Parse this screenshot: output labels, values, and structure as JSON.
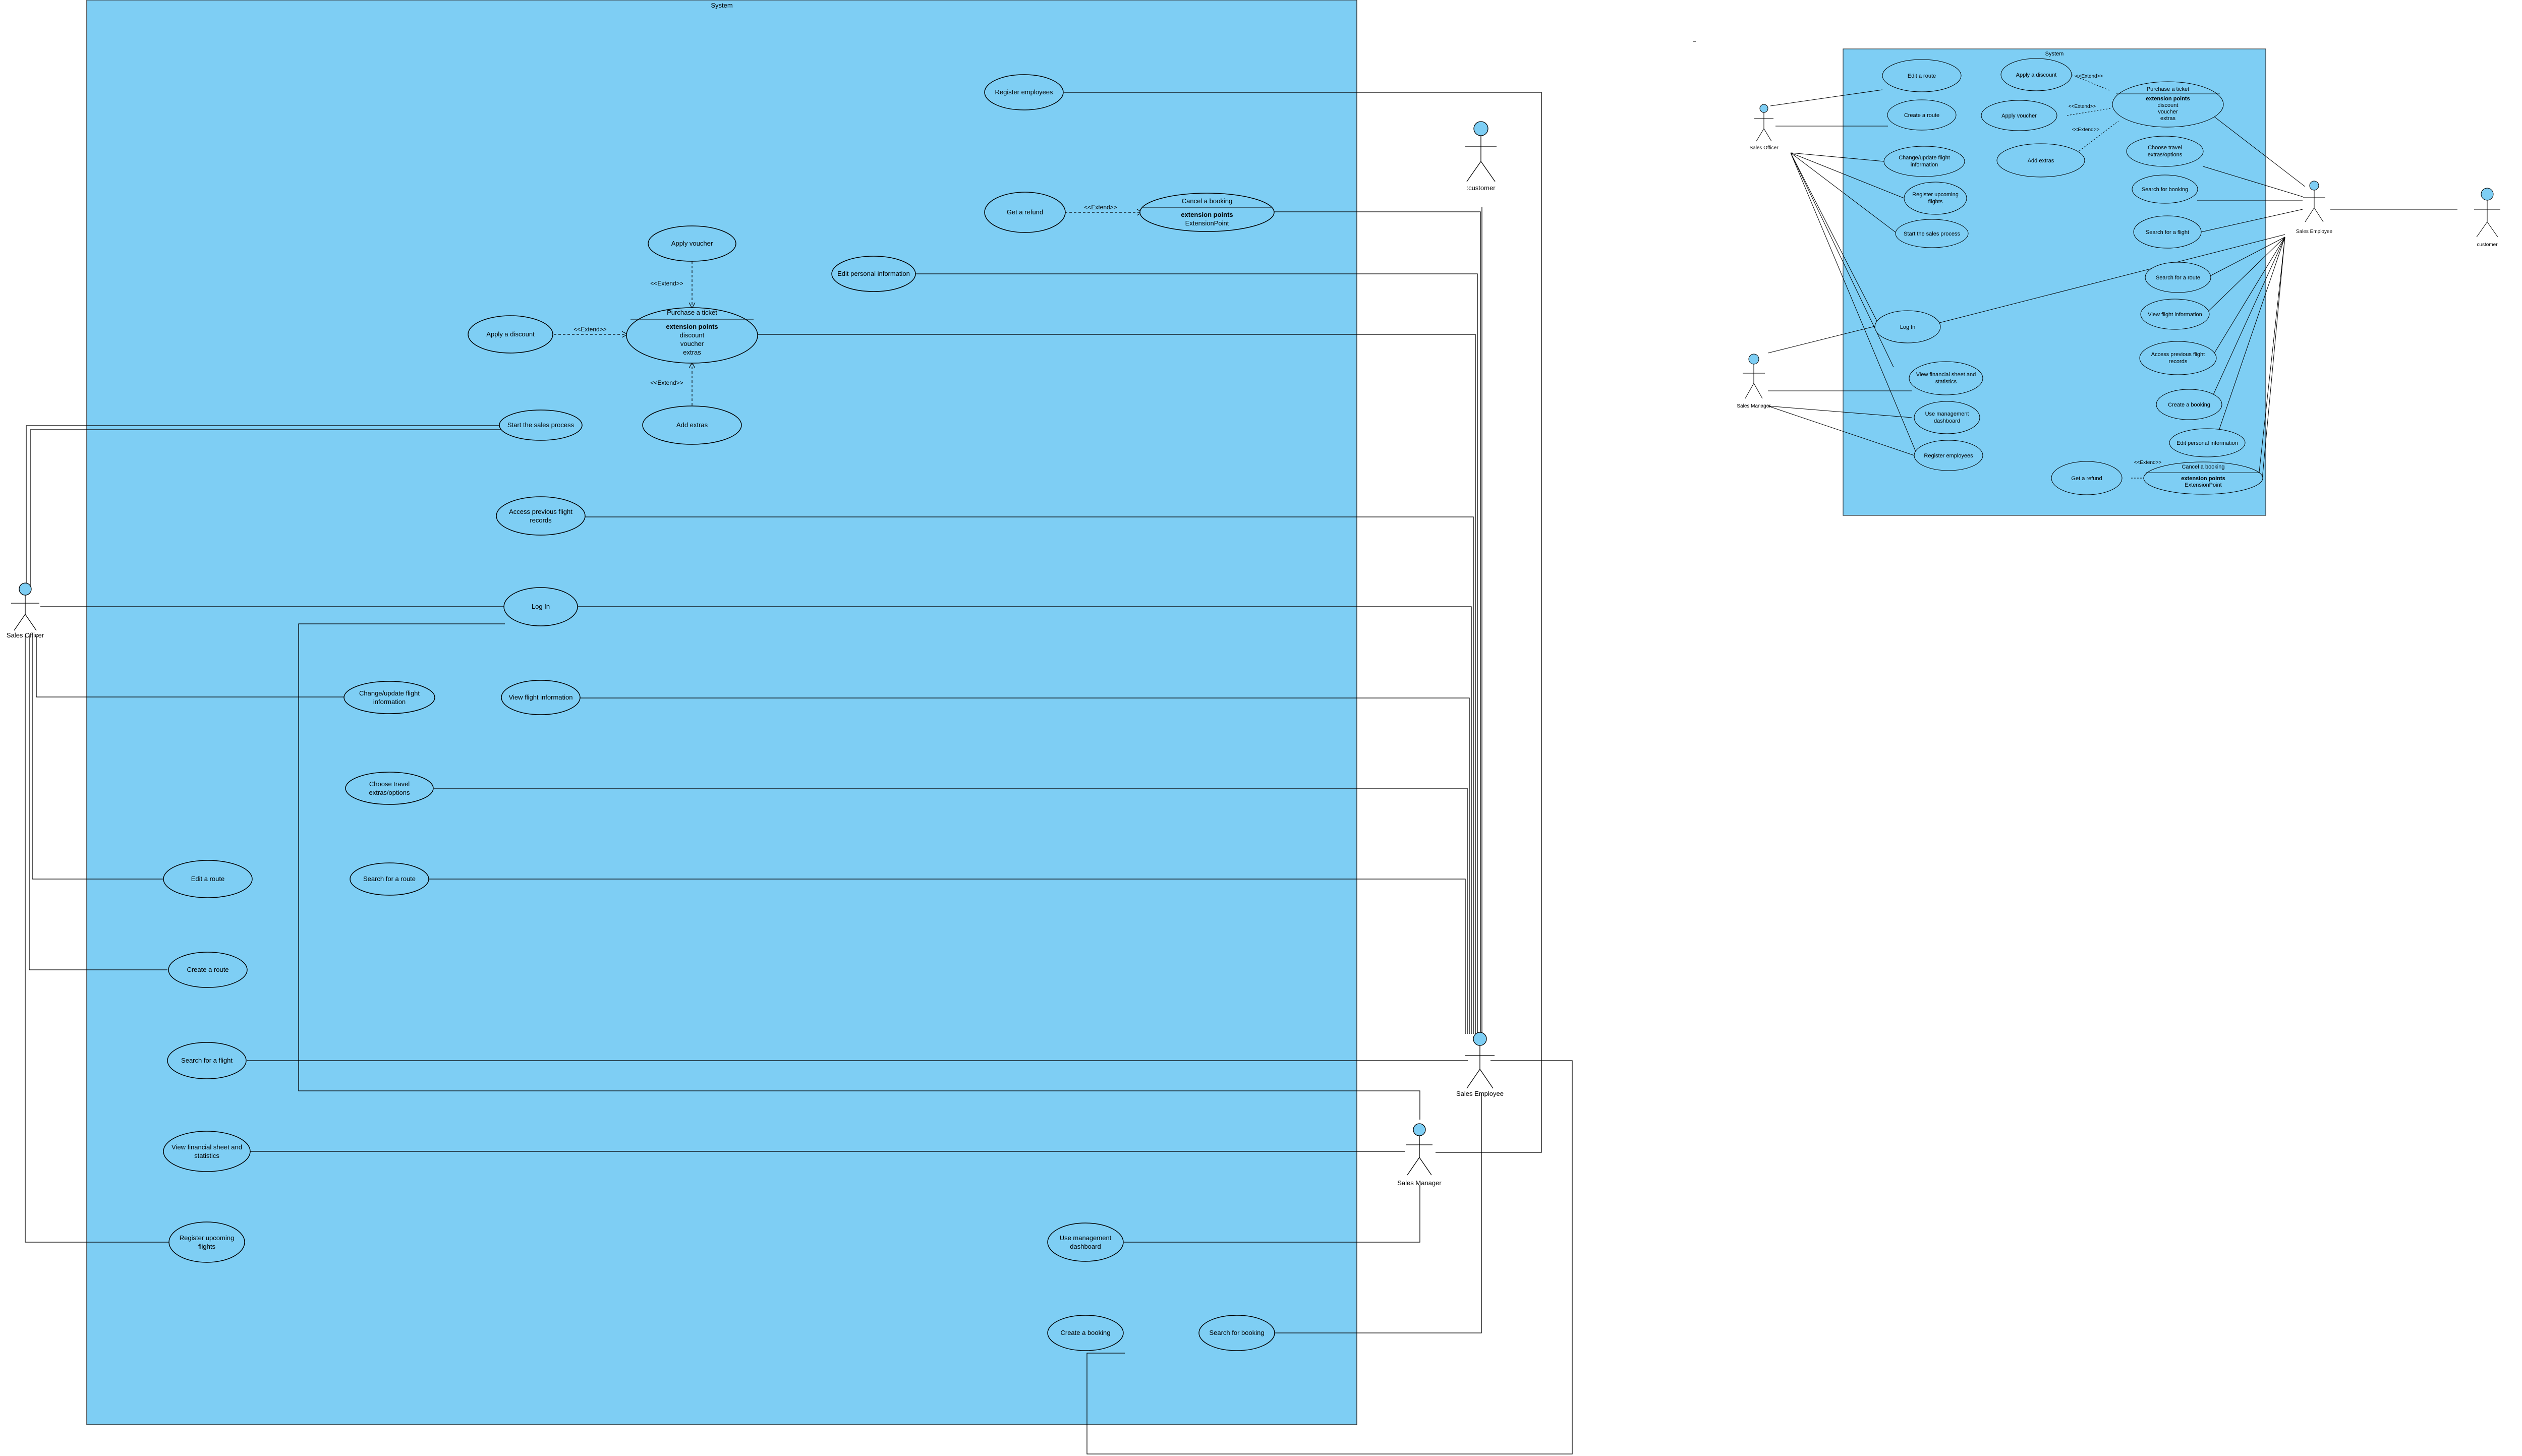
{
  "header_note": "",
  "colors": {
    "system_fill": "#7ecef4",
    "system_stroke": "#333333",
    "actor_head": "#7ecef4",
    "ellipse_stroke": "#000000",
    "line": "#000000"
  },
  "diagram1": {
    "system_title": "System",
    "actors": {
      "sales_officer": "Sales Officer",
      "customer": ":customer",
      "sales_employee": "Sales Employee",
      "sales_manager": "Sales Manager"
    },
    "use_cases": {
      "register_employees": "Register employees",
      "get_refund": "Get a refund",
      "cancel_booking": {
        "title": "Cancel a booking",
        "ext_header": "extension points",
        "ext_items": [
          "ExtensionPoint"
        ]
      },
      "apply_voucher": "Apply voucher",
      "edit_personal_info": "Edit personal information",
      "purchase_ticket": {
        "title": "Purchase a ticket",
        "ext_header": "extension points",
        "ext_items": [
          "discount",
          "voucher",
          "extras"
        ]
      },
      "apply_discount": "Apply a discount",
      "add_extras": "Add extras",
      "start_sales_process": "Start the sales process",
      "access_prev_records": [
        "Access previous flight",
        "records"
      ],
      "log_in": "Log In",
      "change_flight_info": [
        "Change/update flight",
        "information"
      ],
      "view_flight_info": "View flight information",
      "choose_extras": [
        "Choose travel",
        "extras/options"
      ],
      "edit_route": "Edit a route",
      "search_route": "Search for a route",
      "create_route": "Create a route",
      "search_flight": "Search for a flight",
      "view_financial": [
        "View financial sheet and",
        "statistics"
      ],
      "register_flights": [
        "Register upcoming",
        "flights"
      ],
      "use_dashboard": [
        "Use management",
        "dashboard"
      ],
      "create_booking": "Create a booking",
      "search_booking": "Search for booking"
    },
    "relations": {
      "extend": "<<Extend>>"
    }
  },
  "diagram2": {
    "system_title": "System",
    "actors": {
      "sales_officer": "Sales Officer",
      "sales_employee": "Sales Employee",
      "customer": "customer",
      "sales_manager": "Sales Manager"
    },
    "use_cases": {
      "edit_route": "Edit a route",
      "apply_discount": "Apply a discount",
      "create_route": "Create a route",
      "apply_voucher": "Apply voucher",
      "purchase_ticket": {
        "title": "Purchase a ticket",
        "ext_header": "extension points",
        "ext_items": [
          "discount",
          "voucher",
          "extras"
        ]
      },
      "change_flight_info": [
        "Change/update flight",
        "information"
      ],
      "add_extras": "Add extras",
      "choose_extras": [
        "Choose travel",
        "extras/options"
      ],
      "register_flights": [
        "Register upcoming",
        "flights"
      ],
      "search_booking": "Search for booking",
      "start_sales_process": "Start the sales process",
      "search_flight": "Search for a flight",
      "search_route": "Search for a route",
      "view_flight_info": "View flight information",
      "log_in": "Log In",
      "access_prev_records": [
        "Access previous flight",
        "records"
      ],
      "view_financial": [
        "View financial sheet and",
        "statistics"
      ],
      "create_booking": "Create a booking",
      "use_dashboard": [
        "Use management",
        "dashboard"
      ],
      "edit_personal_info": "Edit personal information",
      "register_employees": "Register employees",
      "get_refund": "Get a refund",
      "cancel_booking": {
        "title": "Cancel a booking",
        "ext_header": "extension points",
        "ext_items": [
          "ExtensionPoint"
        ]
      }
    },
    "relations": {
      "extend": "<<Extend>>"
    }
  }
}
